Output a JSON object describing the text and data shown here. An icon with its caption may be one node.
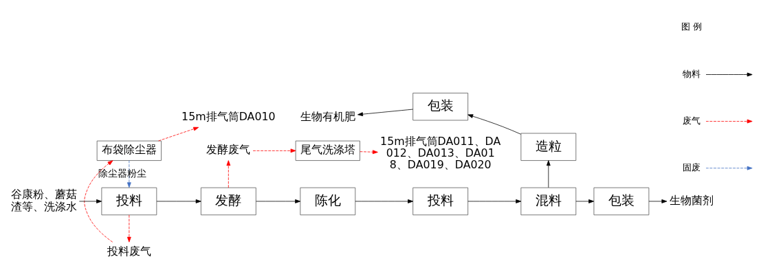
{
  "diagram": {
    "nodes": [
      {
        "text": [
          "谷康粉、蘑菇渣等、洗涤水"
        ]
      },
      {
        "text": [
          "投料"
        ]
      },
      {
        "text": [
          "发酵"
        ]
      },
      {
        "text": [
          "陈化"
        ]
      },
      {
        "text": [
          "投料"
        ]
      },
      {
        "text": [
          "混料"
        ]
      },
      {
        "text": [
          "包装"
        ]
      },
      {
        "text": [
          "生物菌剂"
        ]
      },
      {
        "text": [
          "造粒"
        ]
      },
      {
        "text": [
          "包装"
        ]
      },
      {
        "text": [
          "生物有机肥"
        ]
      },
      {
        "text": [
          "投料废气"
        ]
      },
      {
        "text": [
          "布袋除尘器"
        ]
      },
      {
        "text": [
          "15m排气筒DA010"
        ]
      },
      {
        "text": [
          "发酵废气"
        ]
      },
      {
        "text": [
          "尾气洗涤塔"
        ]
      },
      {
        "text": [
          "15m排气筒DA011、DA012、DA013、DA018、DA019、DA020"
        ]
      }
    ],
    "edges": [
      {
        "from": 0,
        "to": 1,
        "arrow": "to"
      },
      {
        "from": 1,
        "to": 2,
        "arrow": "to"
      },
      {
        "from": 2,
        "to": 3,
        "arrow": "to"
      },
      {
        "from": 3,
        "to": 4,
        "arrow": "to"
      },
      {
        "from": 4,
        "to": 5,
        "arrow": "to"
      },
      {
        "from": 5,
        "to": 6,
        "arrow": "to"
      },
      {
        "from": 6,
        "to": 7,
        "arrow": "to"
      },
      {
        "from": 5,
        "to": 8,
        "arrow": "to"
      },
      {
        "from": 8,
        "to": 9,
        "arrow": "to"
      },
      {
        "from": 9,
        "to": 10,
        "arrow": "to"
      },
      {
        "from": 1,
        "to": 11,
        "arrow": "to",
        "style": "dashed",
        "color": "#ff0000"
      },
      {
        "from": 11,
        "to": 12,
        "arrow": "to",
        "style": "dashed",
        "color": "#ff0000"
      },
      {
        "from": 12,
        "to": 13,
        "arrow": "to",
        "style": "dashed",
        "color": "#ff0000"
      },
      {
        "from": 2,
        "to": 14,
        "arrow": "to",
        "style": "dashed",
        "color": "#ff0000"
      },
      {
        "from": 14,
        "to": 15,
        "arrow": "to",
        "style": "dashed",
        "color": "#ff0000"
      },
      {
        "from": 15,
        "to": 16,
        "arrow": "to",
        "style": "dashed",
        "color": "#ff0000"
      },
      {
        "from": 12,
        "to": 1,
        "label": "除尘器粉尘",
        "arrow": "to",
        "style": "dashed",
        "color": "#4472c4"
      }
    ],
    "labels": [
      "图 例"
    ],
    "legend": [
      {
        "text": "物料"
      },
      {
        "text": "废气"
      },
      {
        "text": "固废"
      }
    ]
  }
}
